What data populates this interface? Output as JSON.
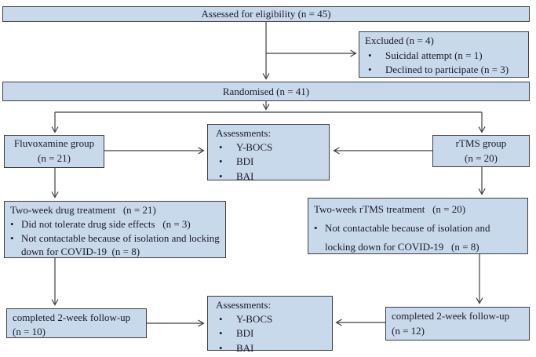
{
  "diagram": {
    "type": "consort-flowchart",
    "colors": {
      "box_fill": "#c9d9ec",
      "box_border": "#3f3f3f",
      "arrow": "#3f3f3f",
      "text": "#1a1a28",
      "background": "#ffffff"
    },
    "boxes": {
      "eligibility": {
        "label": "Assessed for eligibility (n = 45)"
      },
      "excluded": {
        "title": "Excluded (n = 4)",
        "bullets": [
          "Suicidal attempt (n = 1)",
          "Declined to participate (n = 3)"
        ]
      },
      "randomised": {
        "label": "Randomised (n = 41)"
      },
      "fluvoxamine": {
        "line1": "Fluvoxamine group",
        "line2": "(n = 21)"
      },
      "assessments_mid": {
        "title": "Assessments:",
        "bullets": [
          "Y-BOCS",
          "BDI",
          "BAI"
        ]
      },
      "rtms": {
        "line1": "rTMS group",
        "line2": "(n = 20)"
      },
      "drug_treatment": {
        "title": "Two-week drug treatment   (n = 21)",
        "bullets": [
          "Did not tolerate drug side effects   (n = 3)",
          "Not contactable because of isolation and locking down for COVID-19  (n = 8)"
        ]
      },
      "rtms_treatment": {
        "title": "Two-week rTMS treatment   (n = 20)",
        "bullets": [
          "Not contactable because of isolation and locking down for COVID-19   (n = 8)"
        ]
      },
      "followup_left": {
        "line1": "completed 2-week follow-up",
        "line2": "(n = 10)"
      },
      "assessments_bottom": {
        "title": "Assessments:",
        "bullets": [
          "Y-BOCS",
          "BDI",
          "BAI"
        ]
      },
      "followup_right": {
        "line1": "completed 2-week follow-up",
        "line2": "(n = 12)"
      }
    }
  }
}
